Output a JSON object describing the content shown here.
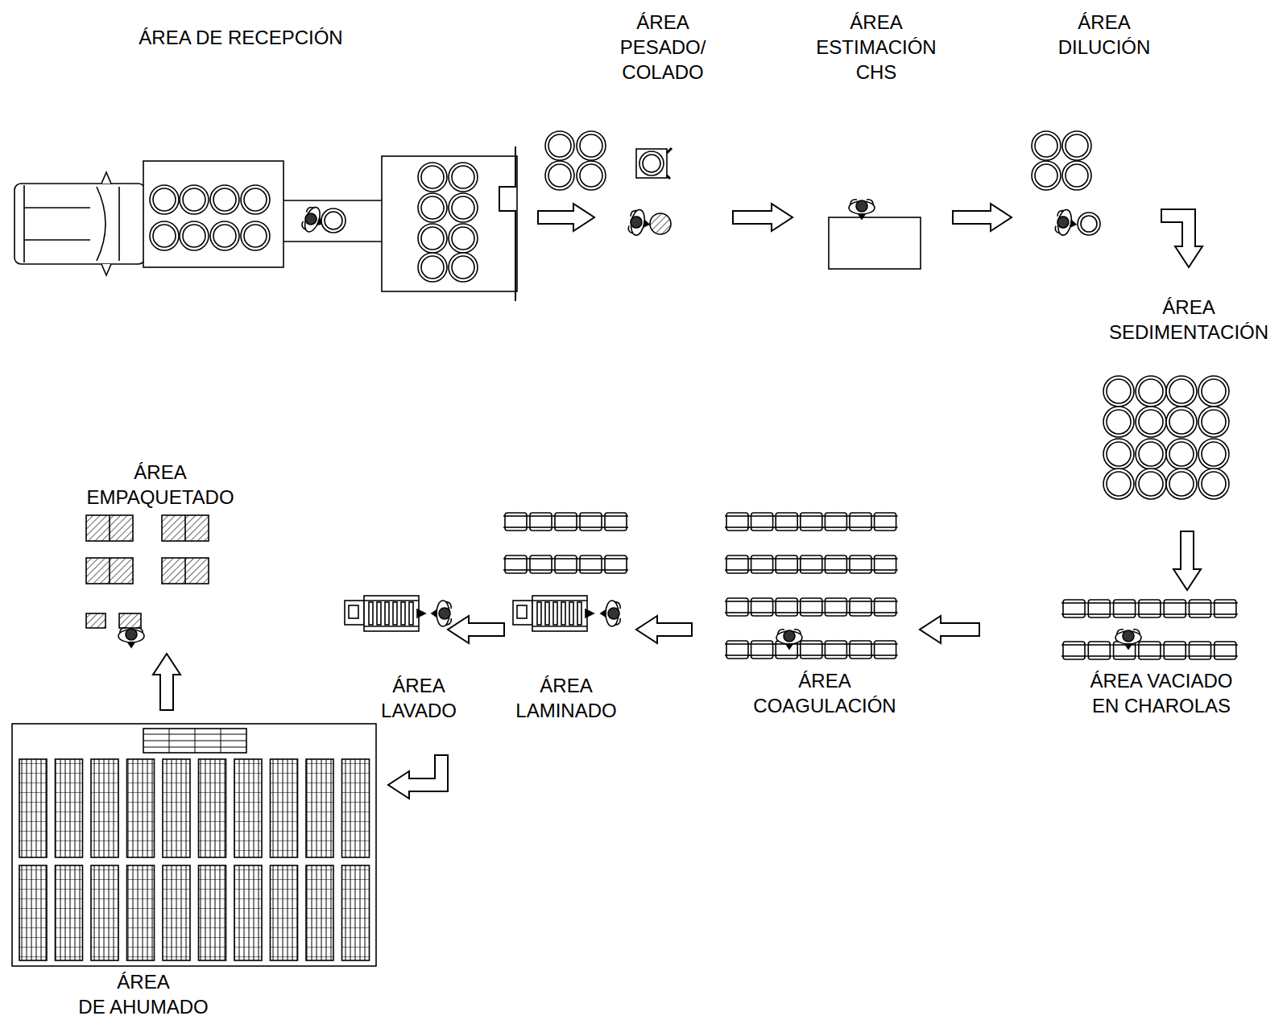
{
  "diagram": {
    "nodes": [
      {
        "text": [
          "ÁREA DE RECEPCIÓN"
        ]
      },
      {
        "text": [
          "ÁREA PESADO/ COLADO"
        ]
      },
      {
        "text": [
          "ÁREA ESTIMACIÓN CHS"
        ]
      },
      {
        "text": [
          "ÁREA DILUCIÓN"
        ]
      },
      {
        "text": [
          "ÁREA SEDIMENTACIÓN"
        ]
      },
      {
        "text": [
          "ÁREA VACIADO EN CHAROLAS"
        ]
      },
      {
        "text": [
          "ÁREA COAGULACIÓN"
        ]
      },
      {
        "text": [
          "ÁREA LAMINADO"
        ]
      },
      {
        "text": [
          "ÁREA LAVADO"
        ]
      },
      {
        "text": [
          "ÁREA DE AHUMADO"
        ]
      },
      {
        "text": [
          "ÁREA EMPAQUETADO"
        ]
      }
    ],
    "edges": [
      {
        "from": 0,
        "to": 1,
        "arrow": "to"
      },
      {
        "from": 1,
        "to": 2,
        "arrow": "to"
      },
      {
        "from": 2,
        "to": 3,
        "arrow": "to"
      },
      {
        "from": 3,
        "to": 4,
        "arrow": "to"
      },
      {
        "from": 4,
        "to": 5,
        "arrow": "to"
      },
      {
        "from": 5,
        "to": 6,
        "arrow": "to"
      },
      {
        "from": 6,
        "to": 7,
        "arrow": "to"
      },
      {
        "from": 7,
        "to": 8,
        "arrow": "to"
      },
      {
        "from": 8,
        "to": 9,
        "arrow": "to"
      },
      {
        "from": 9,
        "to": 10,
        "arrow": "to"
      }
    ]
  }
}
